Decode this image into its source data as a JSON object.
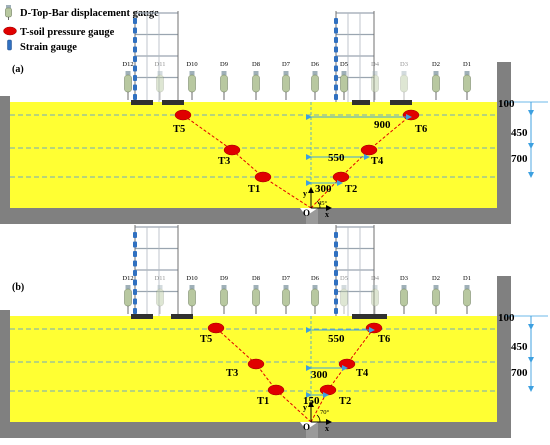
{
  "legend": [
    {
      "icon": "displacement-gauge-icon",
      "label": "D-Top-Bar displacement gauge"
    },
    {
      "icon": "pressure-gauge-icon",
      "label": "T-soil pressure gauge"
    },
    {
      "icon": "strain-gauge-icon",
      "label": "Strain gauge"
    }
  ],
  "colors": {
    "soil": "#ffff33",
    "wall": "#808080",
    "pressure_gauge": "#e00000",
    "strain_gauge": "#3070c0",
    "gauge_body": "#b8c8a0",
    "dim_arrow": "#3da0e0",
    "dashed_line": "#6fa8c0",
    "failure_line": "#e00000"
  },
  "panels": [
    {
      "label": "(a)",
      "displacement_gauges": [
        "D12",
        "D11",
        "D10",
        "D9",
        "D8",
        "D7",
        "D6",
        "D5",
        "D4",
        "D3",
        "D2",
        "D1"
      ],
      "pressure_gauges": [
        "T1",
        "T2",
        "T3",
        "T4",
        "T5",
        "T6"
      ],
      "horizontal_dims": [
        "300",
        "550",
        "900"
      ],
      "depth_dims": [
        "100",
        "450",
        "700"
      ],
      "angle": "45°",
      "origin": "O",
      "axis_x": "x",
      "axis_y": "y"
    },
    {
      "label": "(b)",
      "displacement_gauges": [
        "D12",
        "D11",
        "D10",
        "D9",
        "D8",
        "D7",
        "D6",
        "D5",
        "D4",
        "D3",
        "D2",
        "D1"
      ],
      "pressure_gauges": [
        "T1",
        "T2",
        "T3",
        "T4",
        "T5",
        "T6"
      ],
      "horizontal_dims": [
        "150",
        "300",
        "550"
      ],
      "depth_dims": [
        "100",
        "450",
        "700"
      ],
      "angle": "70°",
      "origin": "O",
      "axis_x": "x",
      "axis_y": "y"
    }
  ]
}
